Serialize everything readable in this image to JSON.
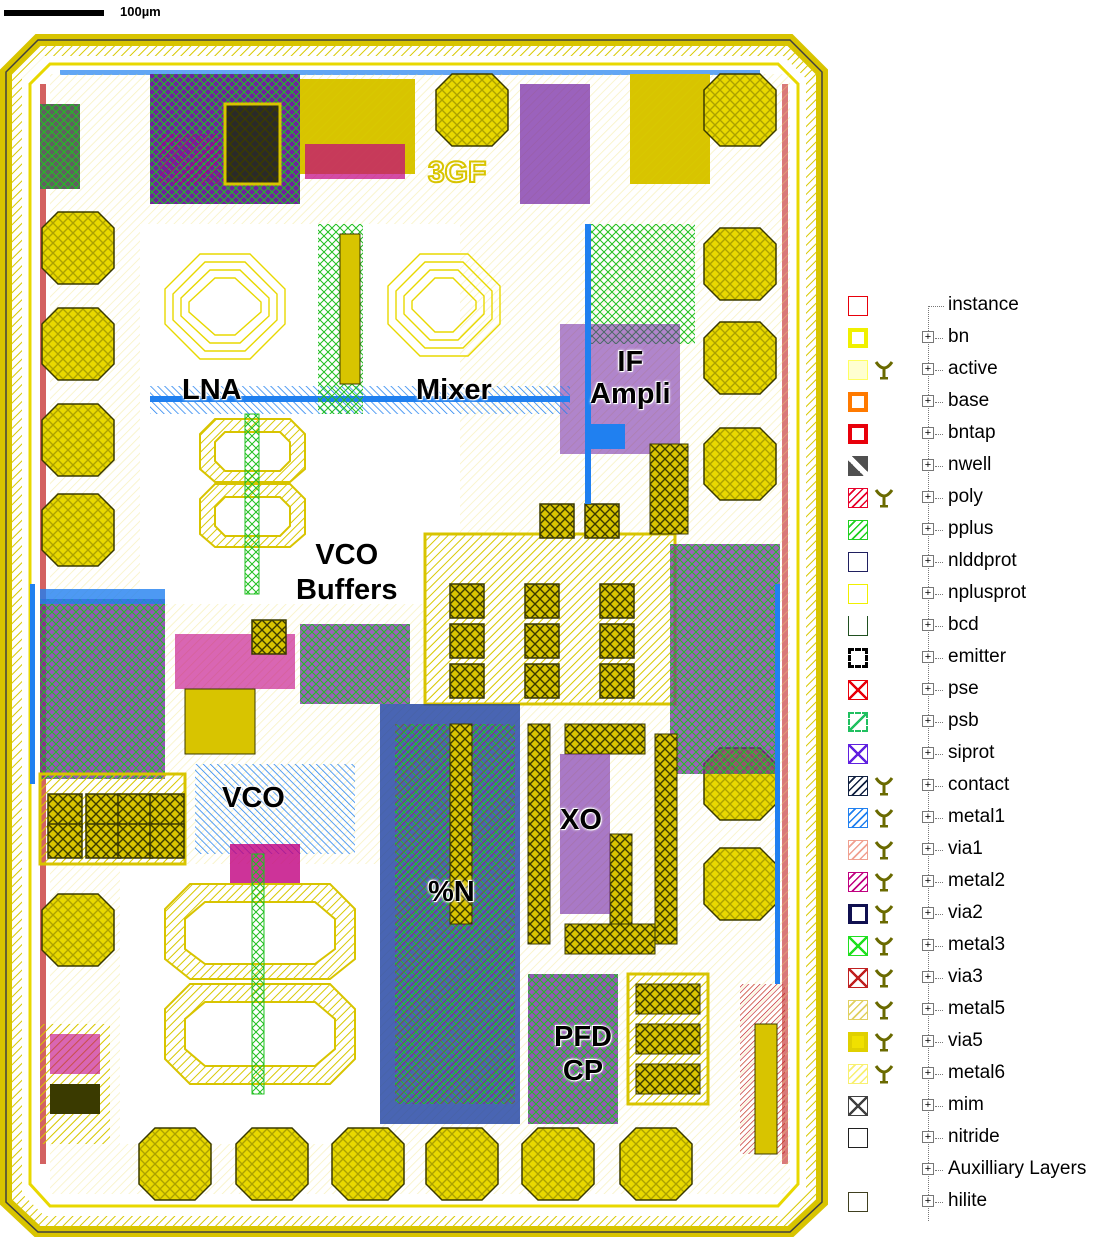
{
  "scale_bar": {
    "label": "100µm"
  },
  "blocks": [
    {
      "id": "lna",
      "label": "LNA"
    },
    {
      "id": "mixer",
      "label": "Mixer"
    },
    {
      "id": "if",
      "label": "IF\nAmpli"
    },
    {
      "id": "vcobuf",
      "label": "VCO\nBuffers"
    },
    {
      "id": "vco",
      "label": "VCO"
    },
    {
      "id": "xo",
      "label": "XO"
    },
    {
      "id": "divn",
      "label": "%N"
    },
    {
      "id": "pfd",
      "label": "PFD\nCP"
    }
  ],
  "logo_text": "3GF",
  "legend": {
    "items": [
      {
        "label": "instance",
        "swatch": "outline",
        "color": "#e8000b",
        "visible_icon": false,
        "expander": false
      },
      {
        "label": "bn",
        "swatch": "thick",
        "color": "#f0f000",
        "visible_icon": false,
        "expander": true
      },
      {
        "label": "active",
        "swatch": "outline-fill",
        "color": "#ffff60",
        "visible_icon": true,
        "expander": true
      },
      {
        "label": "base",
        "swatch": "thick",
        "color": "#ff7a00",
        "visible_icon": false,
        "expander": true
      },
      {
        "label": "bntap",
        "swatch": "thick",
        "color": "#e8000b",
        "visible_icon": false,
        "expander": true
      },
      {
        "label": "nwell",
        "swatch": "dark-diag",
        "color": "#505050",
        "visible_icon": false,
        "expander": true
      },
      {
        "label": "poly",
        "swatch": "diag",
        "color": "#e8002a",
        "visible_icon": true,
        "expander": true
      },
      {
        "label": "pplus",
        "swatch": "diag",
        "color": "#20d020",
        "visible_icon": false,
        "expander": true
      },
      {
        "label": "nlddprot",
        "swatch": "outline",
        "color": "#202060",
        "visible_icon": false,
        "expander": true
      },
      {
        "label": "nplusprot",
        "swatch": "outline",
        "color": "#f0f000",
        "visible_icon": false,
        "expander": true
      },
      {
        "label": "bcd",
        "swatch": "bracket",
        "color": "#205020",
        "visible_icon": false,
        "expander": true
      },
      {
        "label": "emitter",
        "swatch": "dashed",
        "color": "#000000",
        "visible_icon": false,
        "expander": true
      },
      {
        "label": "pse",
        "swatch": "cross",
        "color": "#e8000b",
        "visible_icon": false,
        "expander": true
      },
      {
        "label": "psb",
        "swatch": "dashed-diag",
        "color": "#20c060",
        "visible_icon": false,
        "expander": true
      },
      {
        "label": "siprot",
        "swatch": "cross",
        "color": "#6020e0",
        "visible_icon": false,
        "expander": true
      },
      {
        "label": "contact",
        "swatch": "diag",
        "color": "#102040",
        "visible_icon": true,
        "expander": true
      },
      {
        "label": "metal1",
        "swatch": "diag",
        "color": "#2080f0",
        "visible_icon": true,
        "expander": true
      },
      {
        "label": "via1",
        "swatch": "diag",
        "color": "#f0a090",
        "visible_icon": true,
        "expander": true
      },
      {
        "label": "metal2",
        "swatch": "diag",
        "color": "#c00080",
        "visible_icon": true,
        "expander": true
      },
      {
        "label": "via2",
        "swatch": "via",
        "color": "#101050",
        "visible_icon": true,
        "expander": true
      },
      {
        "label": "metal3",
        "swatch": "cross",
        "color": "#20e020",
        "visible_icon": true,
        "expander": true
      },
      {
        "label": "via3",
        "swatch": "cross",
        "color": "#c02020",
        "visible_icon": true,
        "expander": true
      },
      {
        "label": "metal5",
        "swatch": "diag",
        "color": "#e0d060",
        "visible_icon": true,
        "expander": true
      },
      {
        "label": "via5",
        "swatch": "thick-fill",
        "color": "#e0d000",
        "visible_icon": true,
        "expander": true
      },
      {
        "label": "metal6",
        "swatch": "diag",
        "color": "#f8f070",
        "visible_icon": true,
        "expander": true
      },
      {
        "label": "mim",
        "swatch": "cross",
        "color": "#404040",
        "visible_icon": false,
        "expander": true
      },
      {
        "label": "nitride",
        "swatch": "outline",
        "color": "#202020",
        "visible_icon": false,
        "expander": true
      },
      {
        "label": "Auxilliary Layers",
        "swatch": "none",
        "color": "#ffffff",
        "visible_icon": false,
        "expander": true
      },
      {
        "label": "hilite",
        "swatch": "outline",
        "color": "#404020",
        "visible_icon": false,
        "expander": true
      }
    ]
  }
}
